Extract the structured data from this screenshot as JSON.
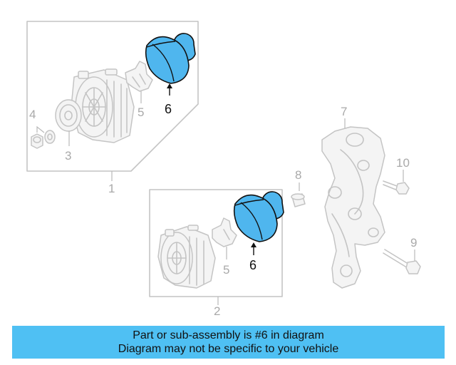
{
  "callouts": {
    "1": "1",
    "2": "2",
    "3": "3",
    "4": "4",
    "5a": "5",
    "5b": "5",
    "6a": "6",
    "6b": "6",
    "7": "7",
    "8": "8",
    "9": "9",
    "10": "10"
  },
  "banner": {
    "line1": "Part or sub-assembly is #6 in diagram",
    "line2": "Diagram may not be specific to your vehicle"
  },
  "colors": {
    "highlight": "#4fb6ee",
    "banner_bg": "#4fc0f3",
    "line_art": "#c4c4c4"
  },
  "highlighted_part": "6"
}
